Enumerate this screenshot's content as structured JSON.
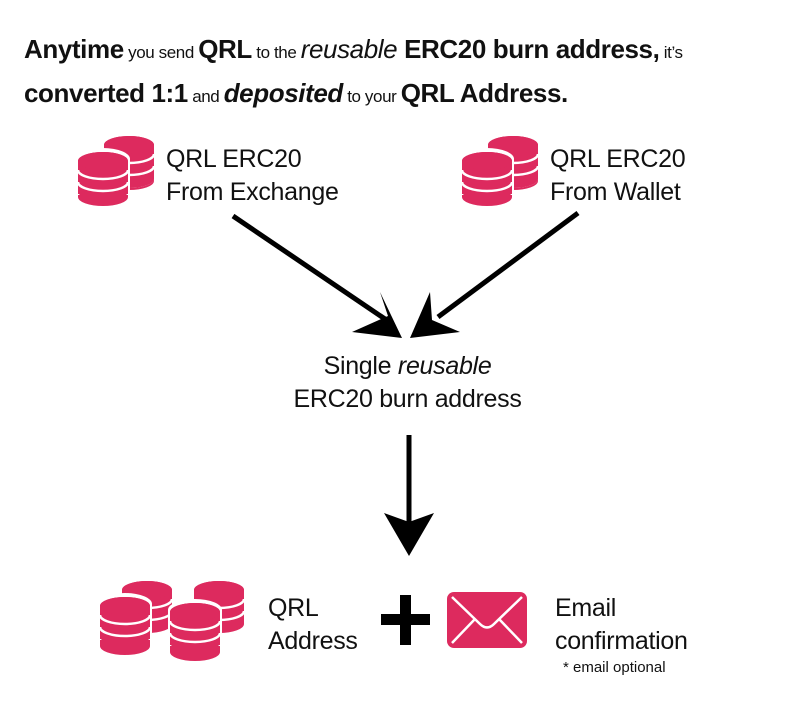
{
  "headline": {
    "line1": [
      {
        "text": "Anytime",
        "style": "bold"
      },
      {
        "text": " you send ",
        "style": "small"
      },
      {
        "text": "QRL",
        "style": "bold"
      },
      {
        "text": " to the ",
        "style": "small"
      },
      {
        "text": "reusable",
        "style": "italic"
      },
      {
        "text": " ERC20 burn address,",
        "style": "bold"
      },
      {
        "text": " it’s",
        "style": "small"
      }
    ],
    "line2": [
      {
        "text": "converted 1:1",
        "style": "bold"
      },
      {
        "text": " and ",
        "style": "small"
      },
      {
        "text": "deposited",
        "style": "bold-italic"
      },
      {
        "text": " to your ",
        "style": "small"
      },
      {
        "text": "QRL Address.",
        "style": "bold"
      }
    ]
  },
  "sources": [
    {
      "line1": "QRL ERC20",
      "line2": "From Exchange",
      "icon": "coins-icon"
    },
    {
      "line1": "QRL ERC20",
      "line2": "From Wallet",
      "icon": "coins-icon"
    }
  ],
  "burn_address": {
    "prefix": "Single ",
    "emphasis": "reusable",
    "line2": "ERC20 burn address"
  },
  "outputs": {
    "qrl_address": {
      "line1": "QRL",
      "line2": "Address",
      "icon": "coins-stack-icon"
    },
    "plus": "+",
    "email": {
      "line1": "Email",
      "line2": "confirmation",
      "note": "* email optional",
      "icon": "envelope-icon"
    }
  },
  "colors": {
    "accent": "#DD2A5E",
    "text": "#111111",
    "arrow": "#000000"
  }
}
